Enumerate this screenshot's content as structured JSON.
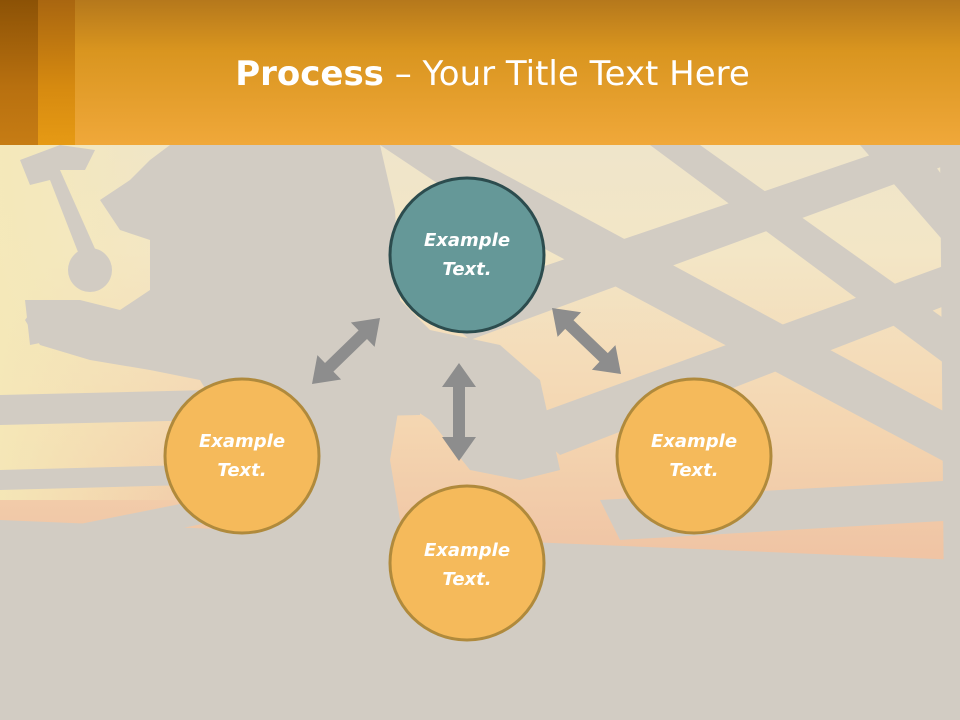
{
  "slide": {
    "title_bold": "Process",
    "title_rest": " – Your Title Text Here"
  },
  "diagram": {
    "nodes": [
      {
        "line1": "Example",
        "line2": "Text.",
        "fill": "#659898",
        "stroke": "#2c4c4e"
      },
      {
        "line1": "Example",
        "line2": "Text.",
        "fill": "#f5ba5b",
        "stroke": "#b08a3c"
      },
      {
        "line1": "Example",
        "line2": "Text.",
        "fill": "#f5ba5b",
        "stroke": "#b08a3c"
      },
      {
        "line1": "Example",
        "line2": "Text.",
        "fill": "#f5ba5b",
        "stroke": "#b08a3c"
      }
    ],
    "arrow_color": "#8d8d8d"
  },
  "colors": {
    "header": "#f0a83a",
    "background": "#d2ccc2"
  }
}
